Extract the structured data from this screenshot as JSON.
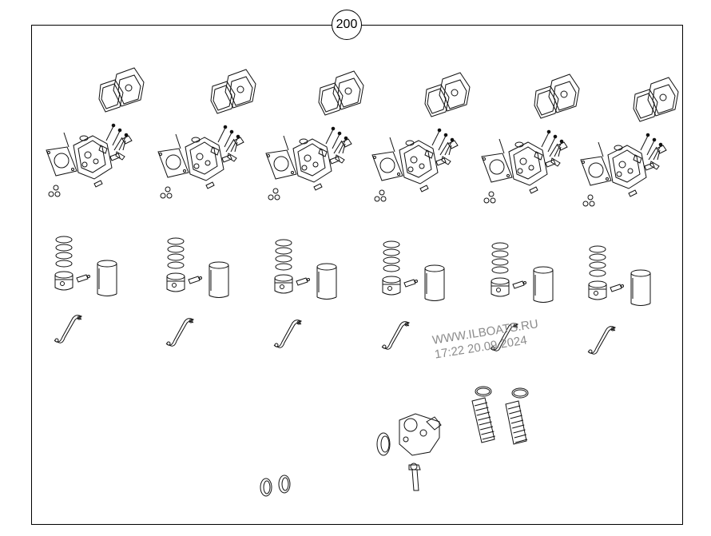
{
  "diagram": {
    "page_number": "200",
    "watermark": {
      "site": "WWW.ILBOATS.RU",
      "timestamp": "17:22 20.09.2024"
    }
  }
}
